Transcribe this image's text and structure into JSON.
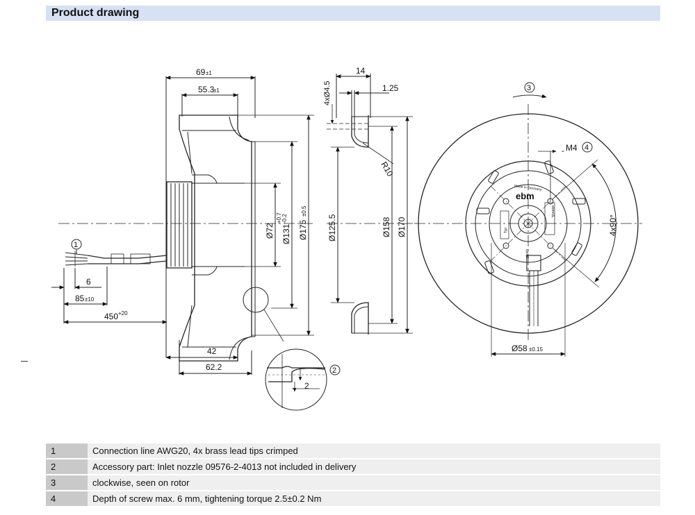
{
  "header": {
    "title": "Product drawing"
  },
  "side_view": {
    "dims": {
      "d69": "69",
      "d69_tol": "±1",
      "d55": "55.3",
      "d55_tol": "±1",
      "d42": "42",
      "d62": "62.2",
      "d6": "6",
      "d85": "85",
      "d85_tol": "±10",
      "d450": "450",
      "d450_tol": "+20",
      "dia72": "Ø72",
      "dia131": "Ø131",
      "dia131_tol_up": "+0.7",
      "dia131_tol_down": "-0.2",
      "dia175": "Ø175",
      "dia175_tol": "±0.5"
    },
    "callouts": {
      "c1": "1",
      "c2": "2"
    },
    "detail": {
      "dim": "2"
    }
  },
  "nozzle_view": {
    "dims": {
      "d14": "14",
      "d125": "1.25",
      "holes": "4xØ4.5",
      "r10": "R10",
      "dia125": "Ø125.5",
      "dia158": "Ø158",
      "dia170": "Ø170"
    }
  },
  "front_view": {
    "dims": {
      "m4": "M4",
      "angle": "4x90°",
      "dia58": "Ø58",
      "dia58_tol": "±0.15"
    },
    "callouts": {
      "c3": "3",
      "c4": "4"
    },
    "label": {
      "brand": "ebm",
      "made_in": "Made in Germany",
      "ebm_ul": "ebm•UL",
      "typ": "Typ",
      "gleich": "gleich"
    }
  },
  "notes": [
    {
      "num": "1",
      "text": "Connection line AWG20, 4x brass lead tips crimped"
    },
    {
      "num": "2",
      "text": "Accessory part: Inlet nozzle 09576-2-4013 not included in delivery"
    },
    {
      "num": "3",
      "text": "clockwise, seen on rotor"
    },
    {
      "num": "4",
      "text": "Depth of screw max. 6 mm, tightening torque 2.5±0.2 Nm"
    }
  ]
}
